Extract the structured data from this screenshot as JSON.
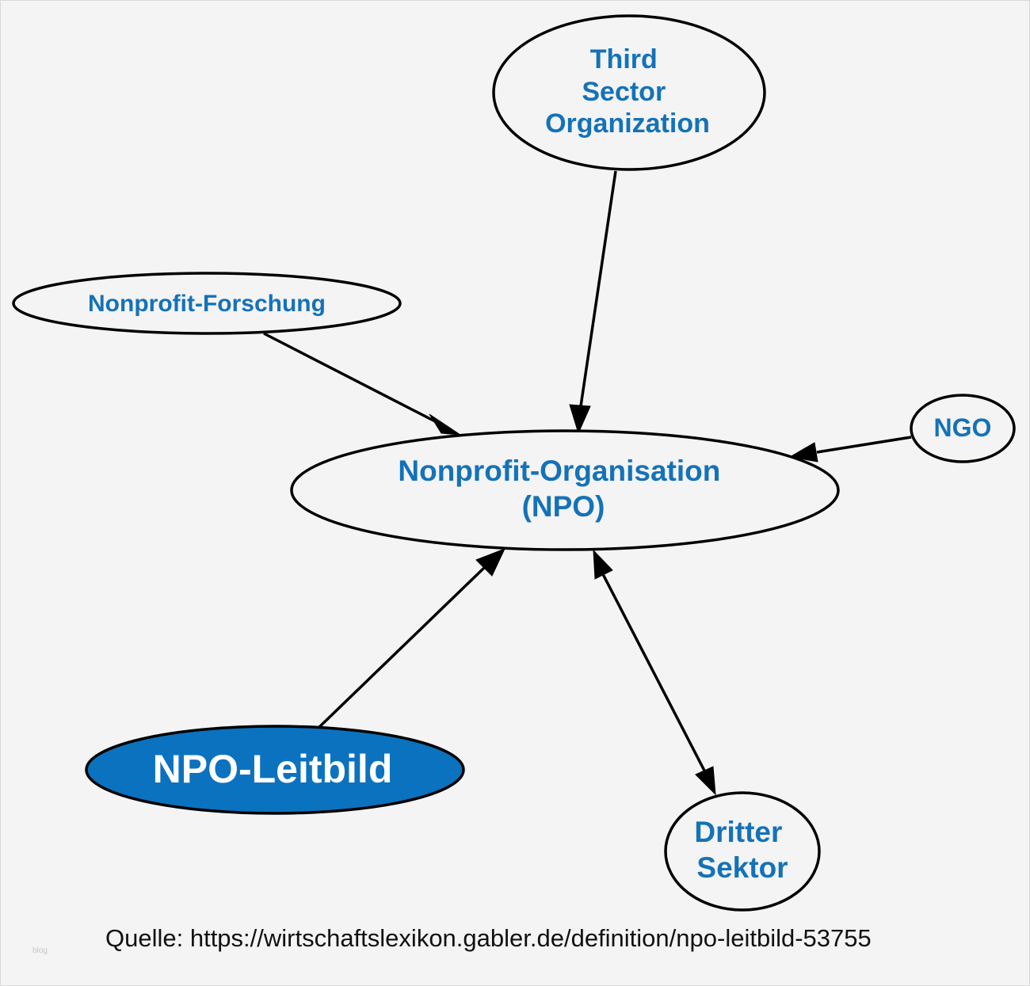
{
  "diagram": {
    "nodes": {
      "third_sector": {
        "lines": [
          "Third",
          "Sector",
          "Organization"
        ]
      },
      "nonprofit_forschung": {
        "lines": [
          "Nonprofit-Forschung"
        ]
      },
      "npo": {
        "lines": [
          "Nonprofit-Organisation",
          "(NPO)"
        ]
      },
      "ngo": {
        "lines": [
          "NGO"
        ]
      },
      "npo_leitbild": {
        "lines": [
          "NPO-Leitbild"
        ]
      },
      "dritter_sektor": {
        "lines": [
          "Dritter",
          "Sektor"
        ]
      }
    },
    "edges": [
      {
        "from": "third_sector",
        "to": "npo",
        "direction": "forward"
      },
      {
        "from": "nonprofit_forschung",
        "to": "npo",
        "direction": "forward"
      },
      {
        "from": "ngo",
        "to": "npo",
        "direction": "forward"
      },
      {
        "from": "npo_leitbild",
        "to": "npo",
        "direction": "forward"
      },
      {
        "from": "npo",
        "to": "dritter_sektor",
        "direction": "both"
      }
    ],
    "colors": {
      "background": "#f4f4f4",
      "label_text": "#1472b8",
      "highlight_fill": "#0b72bf",
      "highlight_text": "#ffffff",
      "stroke": "#000000"
    }
  },
  "footer": {
    "source": "Quelle: https://wirtschaftslexikon.gabler.de/definition/npo-leitbild-53755",
    "watermark": "blog"
  }
}
